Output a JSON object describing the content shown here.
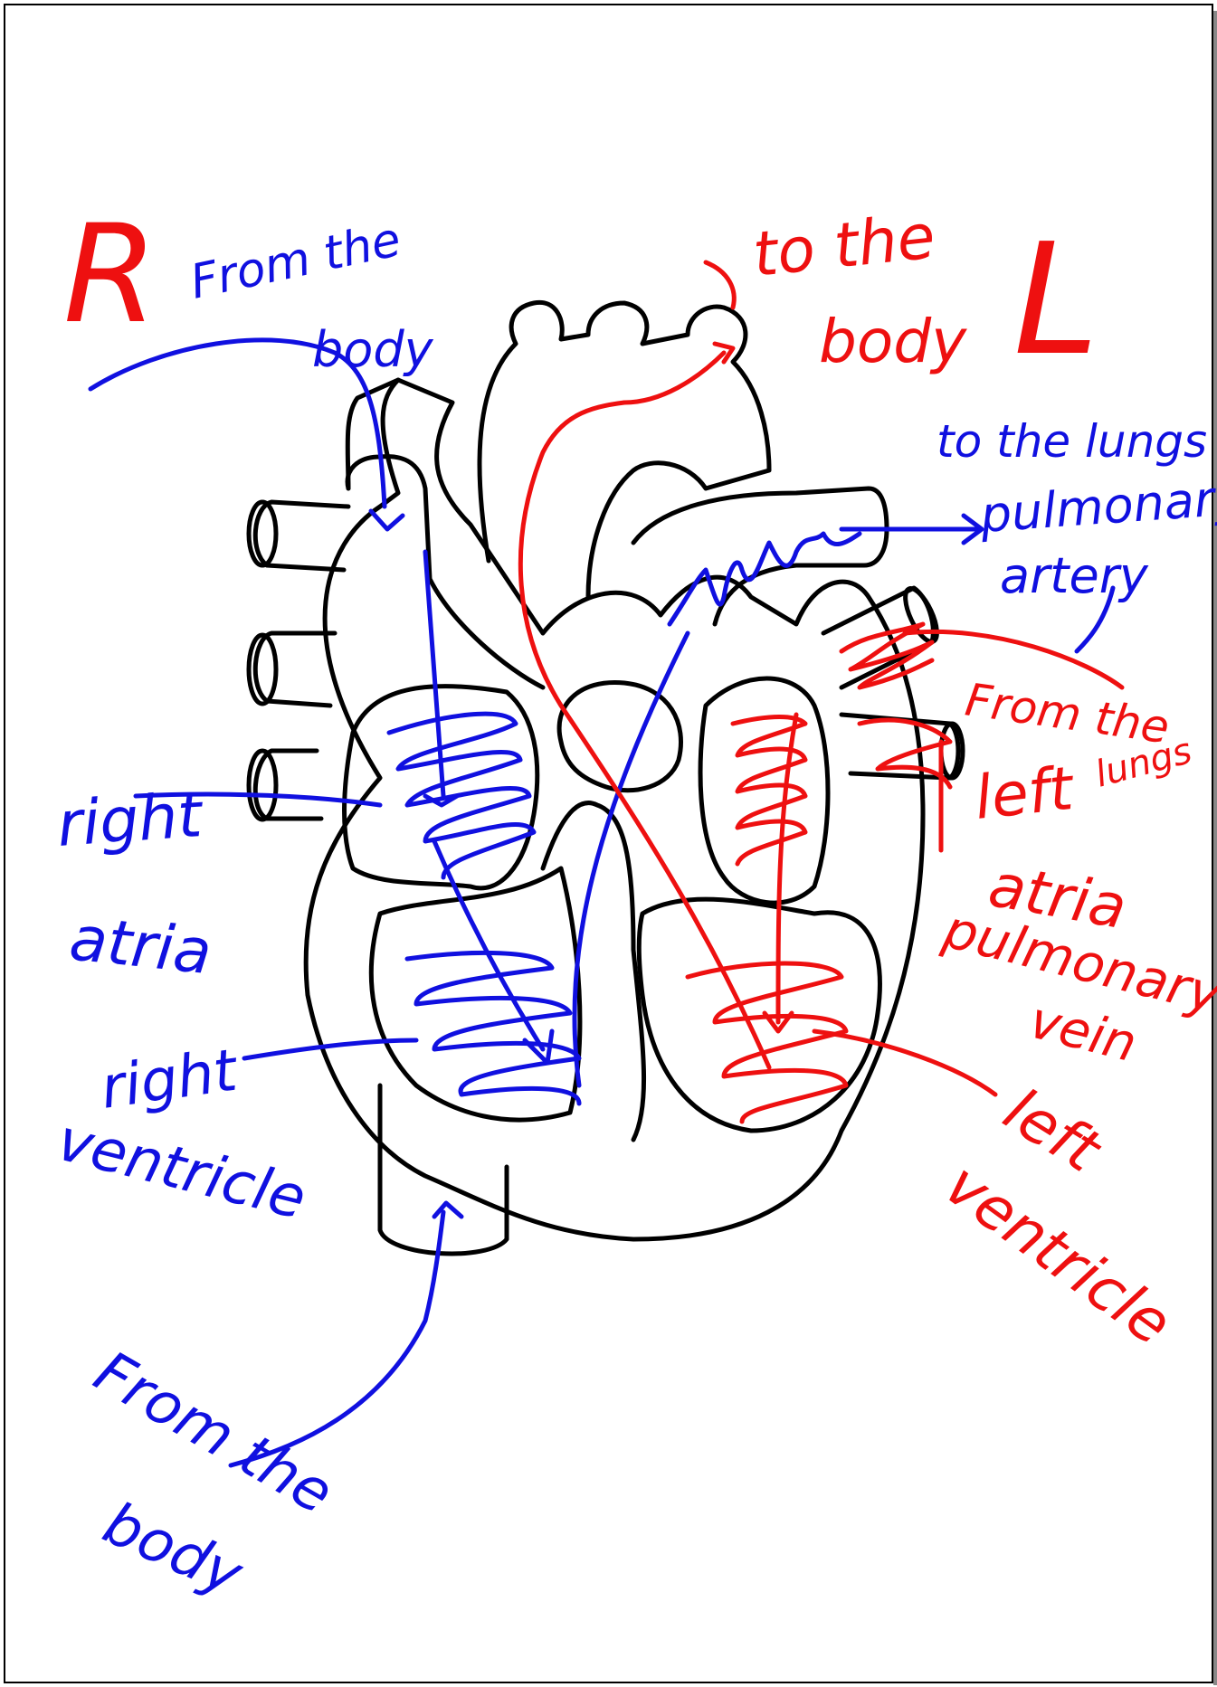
{
  "labels": {
    "side_right": "R",
    "side_left": "L",
    "from_body_top_1": "From the",
    "from_body_top_2": "body",
    "to_body_1": "to the",
    "to_body_2": "body",
    "to_lungs": "to the lungs",
    "pulmonary_artery_1": "pulmonary",
    "pulmonary_artery_2": "artery",
    "from_lungs_1": "From the",
    "from_lungs_2": "lungs",
    "left_atria_1": "left",
    "left_atria_2": "atria",
    "pulmonary_vein_1": "pulmonary",
    "pulmonary_vein_2": "vein",
    "left_ventricle_1": "left",
    "left_ventricle_2": "ventricle",
    "right_atria_1": "right",
    "right_atria_2": "atria",
    "right_ventricle_1": "right",
    "right_ventricle_2": "ventricle",
    "from_body_bottom_1": "From the",
    "from_body_bottom_2": "body"
  },
  "colors": {
    "deoxygenated": "#1010e0",
    "oxygenated": "#ee1010",
    "outline": "#000000"
  }
}
